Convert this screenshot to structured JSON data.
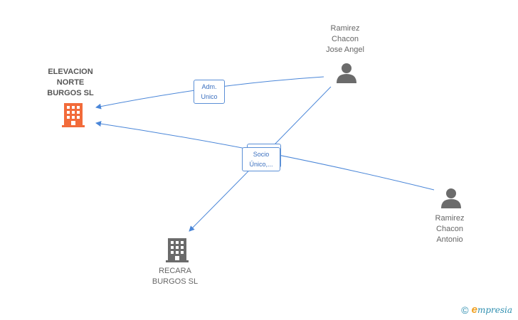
{
  "nodes": {
    "company_main": {
      "label": "ELEVACION\nNORTE\nBURGOS SL",
      "icon": "building-icon",
      "color": "#f26b3a"
    },
    "company_second": {
      "label": "RECARA\nBURGOS SL",
      "icon": "building-icon",
      "color": "#6b6b6b"
    },
    "person_jose": {
      "label": "Ramirez\nChacon\nJose Angel",
      "icon": "person-icon",
      "color": "#6b6b6b"
    },
    "person_antonio": {
      "label": "Ramirez\nChacon\nAntonio",
      "icon": "person-icon",
      "color": "#6b6b6b"
    }
  },
  "edges": {
    "adm_unico": {
      "label": "Adm.\nUnico"
    },
    "socio_unico": {
      "label": "Socio\nÚnico,..."
    }
  },
  "colors": {
    "edge": "#4a86d8",
    "edge_label_border": "#5b8fd6"
  },
  "footer": {
    "copyright_symbol": "©",
    "brand_initial": "e",
    "brand_rest": "mpresia"
  }
}
